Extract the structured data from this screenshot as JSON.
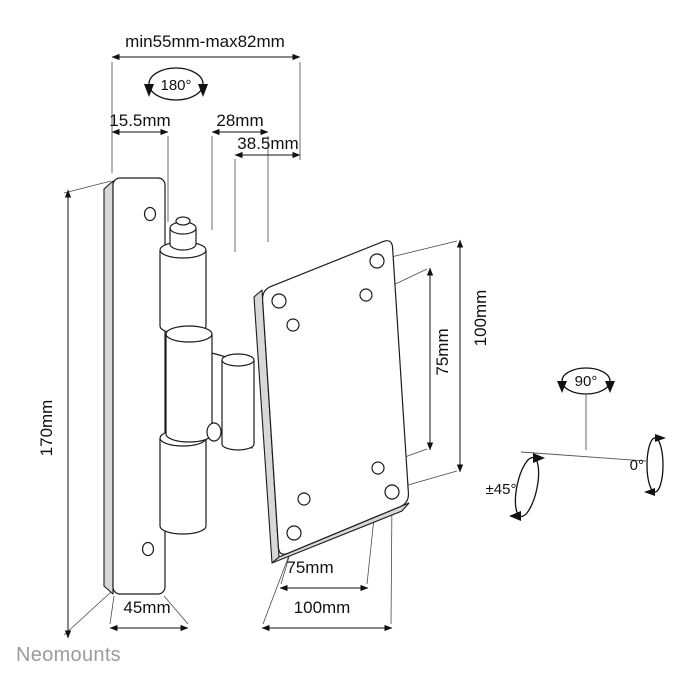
{
  "brand": {
    "wordmark": "Neomounts"
  },
  "colors": {
    "line": "#1c1c1c",
    "brand_gray": "#9b9b9b",
    "shade": "#d8d8d8"
  },
  "dimensions": {
    "depth_range": "min55mm-max82mm",
    "segment_1": "15.5mm",
    "segment_2": "28mm",
    "segment_3": "38.5mm",
    "plate_height": "170mm",
    "vesa_vertical_100": "100mm",
    "vesa_vertical_75": "75mm",
    "vesa_horizontal_75": "75mm",
    "vesa_horizontal_100": "100mm",
    "wall_plate_width": "45mm"
  },
  "rotation_angles": {
    "hinge_swivel": "180°",
    "head_swivel": "90°",
    "tilt": "±45°",
    "rotation": "0°"
  }
}
